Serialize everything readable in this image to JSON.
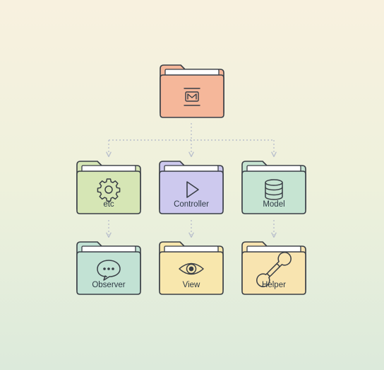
{
  "diagram": {
    "root": {
      "icon": "mvc-logo-icon",
      "color": "#f5b79a"
    },
    "folders": [
      {
        "key": "etc",
        "label": "etc",
        "icon": "gear-icon",
        "color": "#d6e6b5"
      },
      {
        "key": "controller",
        "label": "Controller",
        "icon": "play-icon",
        "color": "#cdc9ee"
      },
      {
        "key": "model",
        "label": "Model",
        "icon": "database-icon",
        "color": "#c6e4d2"
      },
      {
        "key": "observer",
        "label": "Observer",
        "icon": "chat-icon",
        "color": "#c2e2d4"
      },
      {
        "key": "view",
        "label": "View",
        "icon": "eye-icon",
        "color": "#f8e7ad"
      },
      {
        "key": "helper",
        "label": "Helper",
        "icon": "wrench-icon",
        "color": "#f8e4b0"
      }
    ],
    "connectors": [
      {
        "from": "root",
        "to": "etc"
      },
      {
        "from": "root",
        "to": "controller"
      },
      {
        "from": "root",
        "to": "model"
      },
      {
        "from": "etc",
        "to": "observer"
      },
      {
        "from": "controller",
        "to": "view"
      },
      {
        "from": "model",
        "to": "helper"
      }
    ],
    "colors": {
      "stroke": "#3a3f46",
      "connector": "#b9bfcc",
      "icon": "#3a3f46"
    }
  }
}
